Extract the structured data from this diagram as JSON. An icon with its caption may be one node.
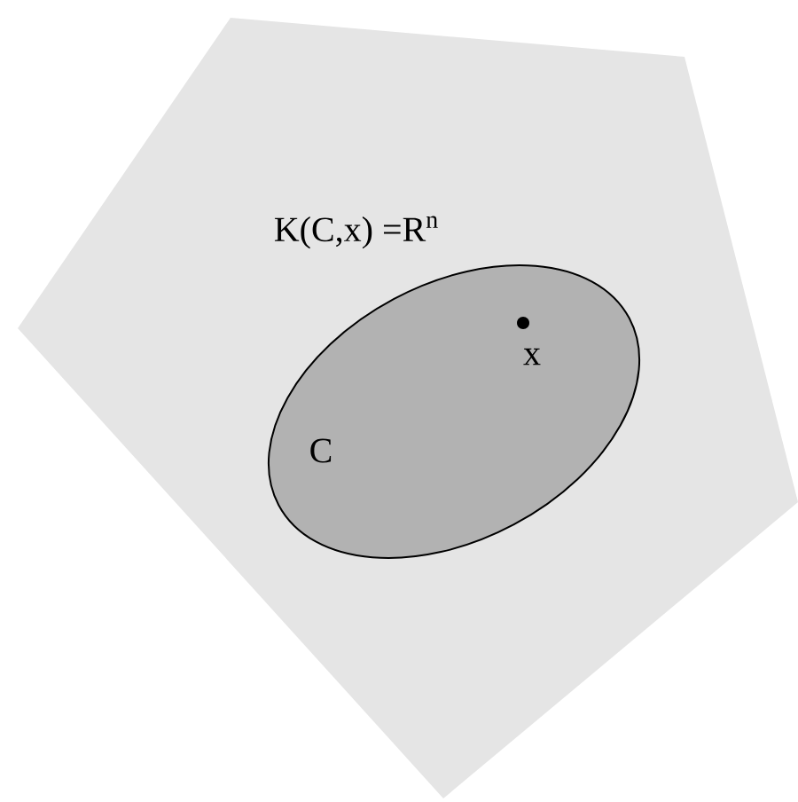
{
  "diagram": {
    "nodes": [
      {
        "text": [
          "K(C,x) =R$^{n}$"
        ]
      },
      {
        "text": [
          "C"
        ],
        "in": 0
      }
    ],
    "labels": [
      "x"
    ]
  }
}
